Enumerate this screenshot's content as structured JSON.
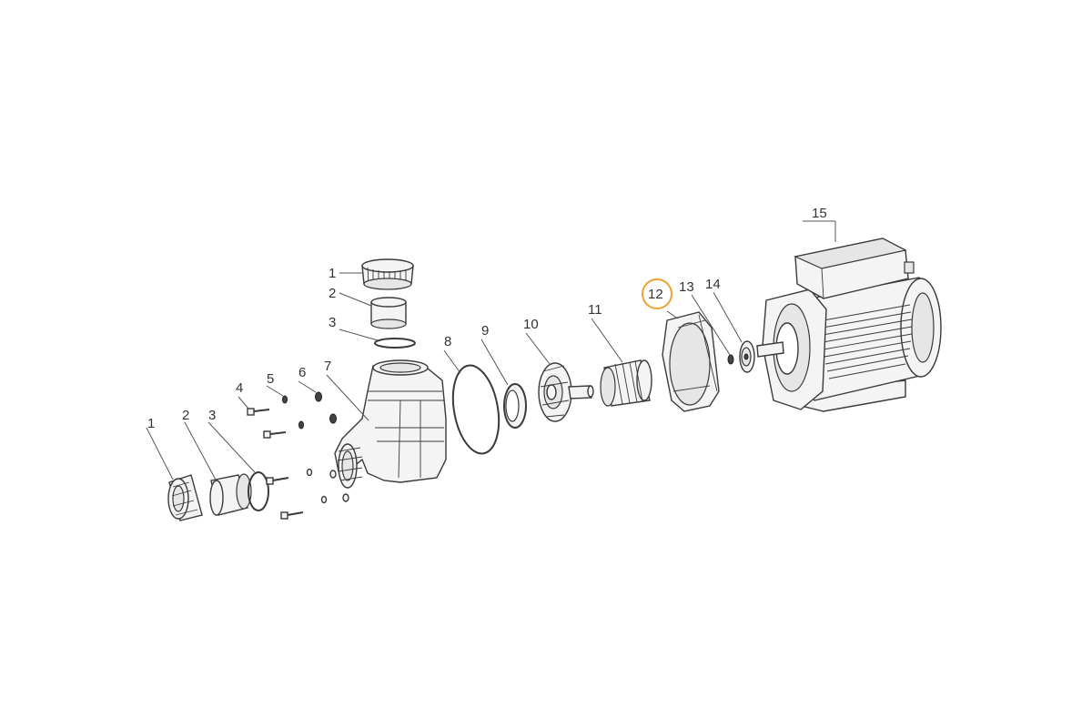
{
  "labels": {
    "cap_top": "1",
    "adapter_top": "2",
    "oring_top": "3",
    "cap_front": "1",
    "adapter_front": "2",
    "oring_front": "3",
    "screw": "4",
    "washer": "5",
    "nut": "6",
    "housing": "7",
    "big_oring": "8",
    "seal_ring": "9",
    "impeller": "10",
    "diffuser": "11",
    "cover": "12",
    "small_part": "13",
    "seal": "14",
    "motor": "15"
  },
  "colors": {
    "highlight": "#f0a030",
    "line": "#555555"
  }
}
